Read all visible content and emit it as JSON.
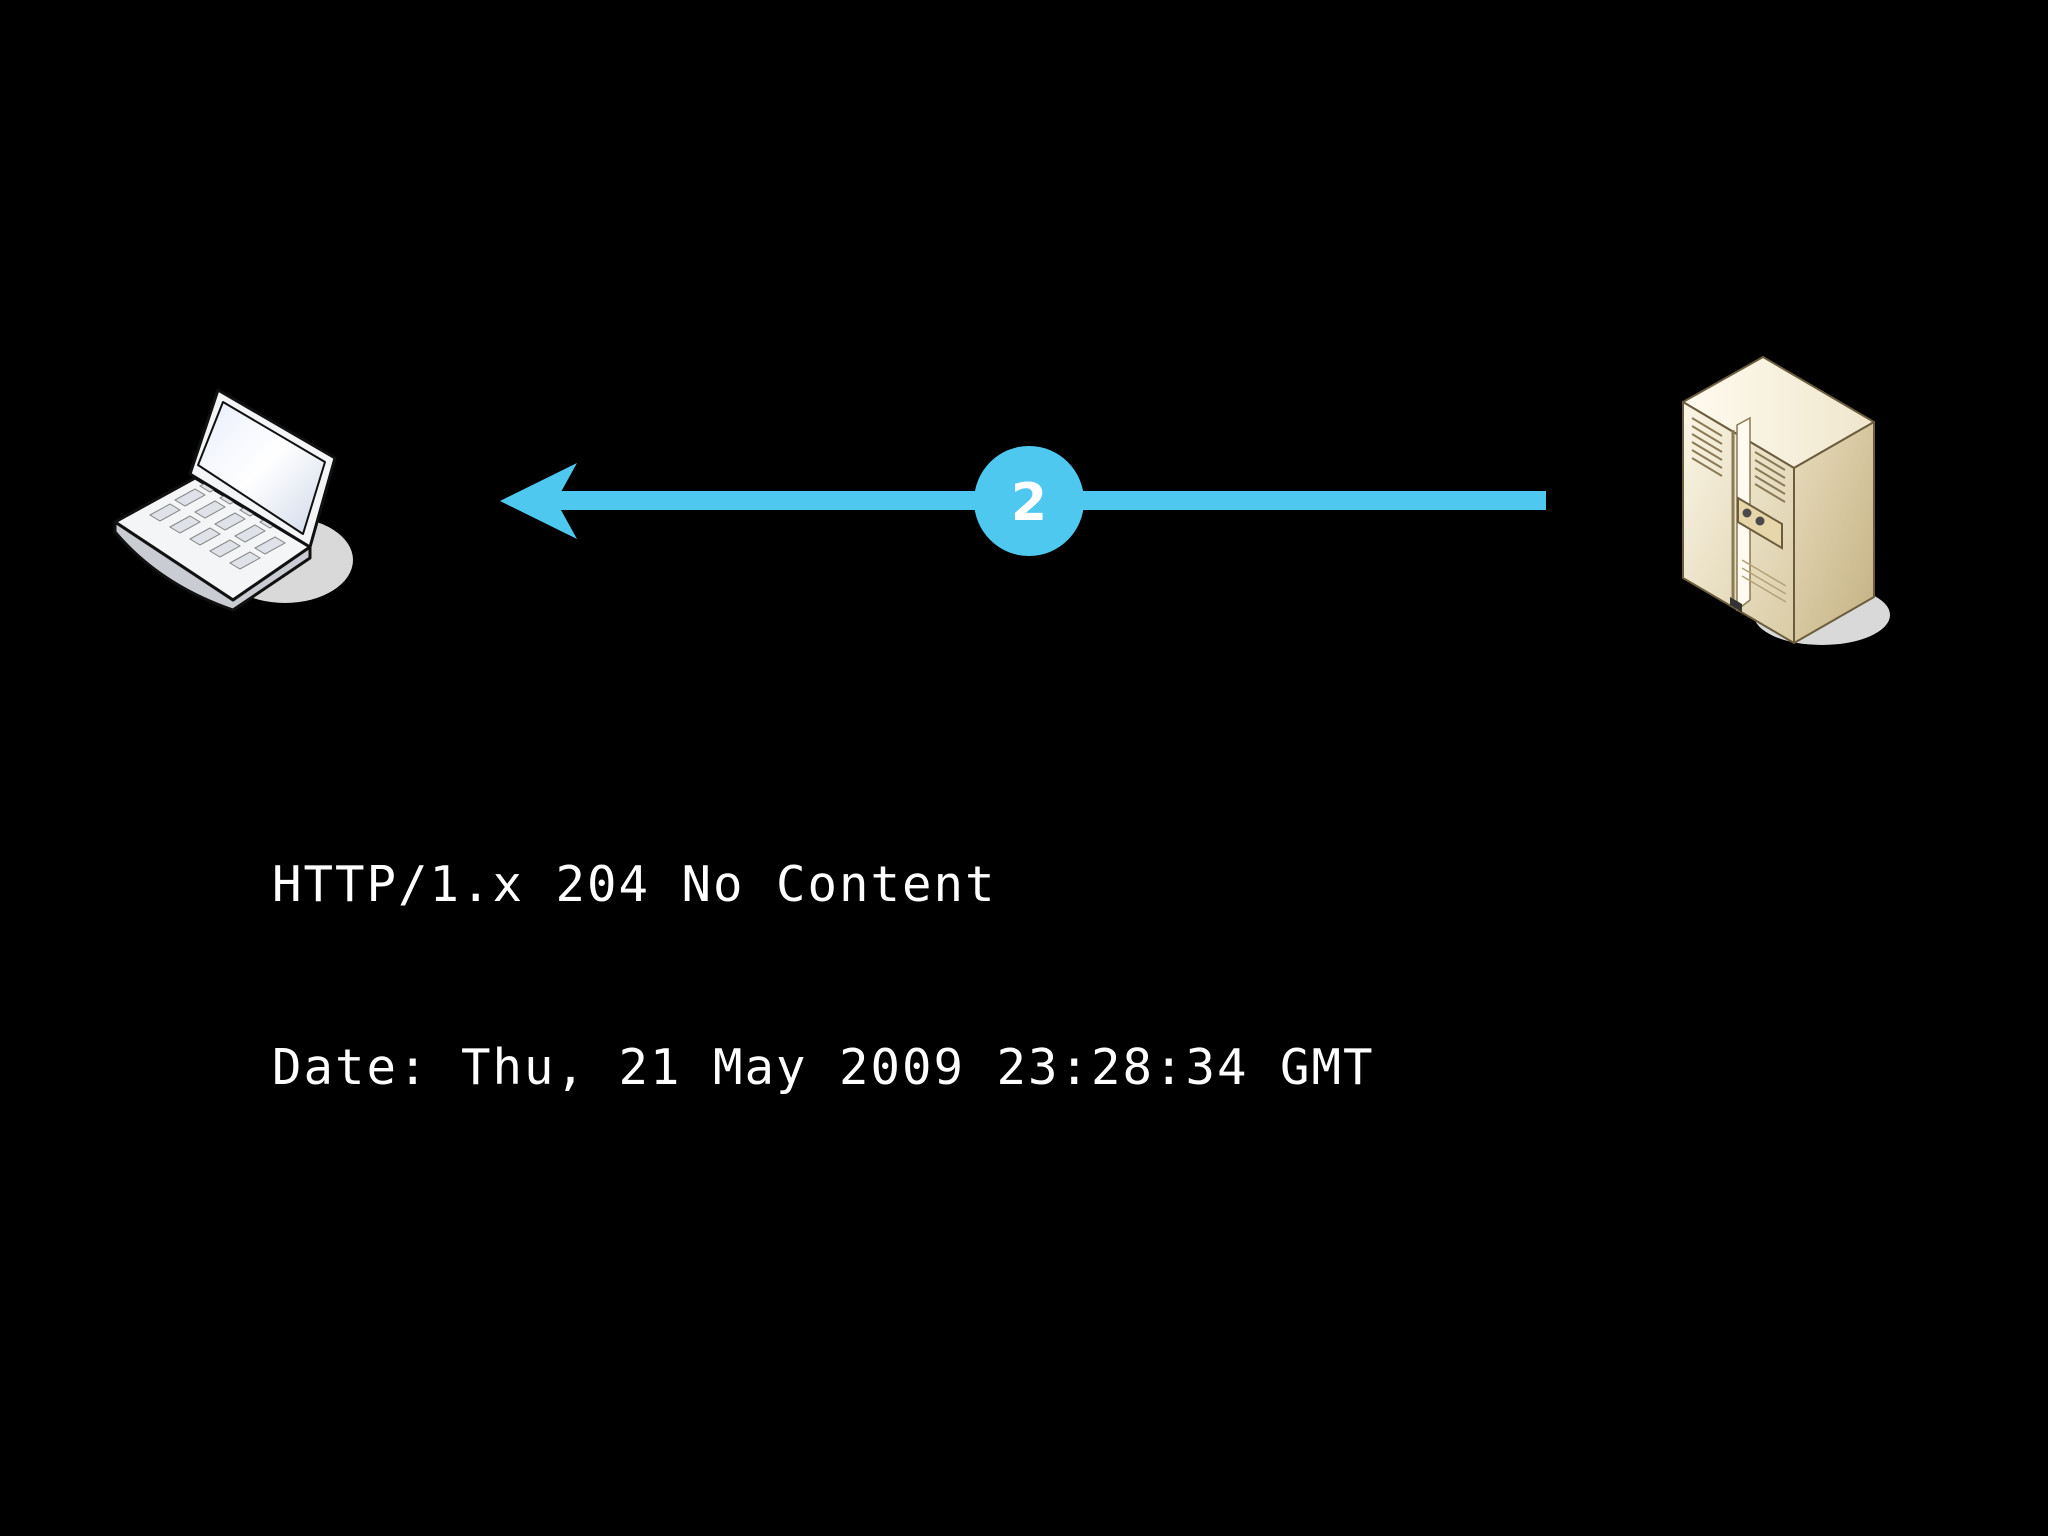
{
  "diagram": {
    "step_number": "2",
    "arrow_direction": "server-to-client",
    "client_icon": "laptop-icon",
    "server_icon": "server-tower-icon",
    "colors": {
      "background": "#000000",
      "arrow": "#4fc8f0",
      "text": "#ffffff",
      "server_body": "#ede3c8",
      "server_trim": "#8a7a55",
      "laptop_body": "#f2f4f8",
      "shadow": "#d9d9d9"
    }
  },
  "response": {
    "lines": [
      "HTTP/1.x 204 No Content",
      "Date: Thu, 21 May 2009 23:28:34 GMT"
    ]
  }
}
